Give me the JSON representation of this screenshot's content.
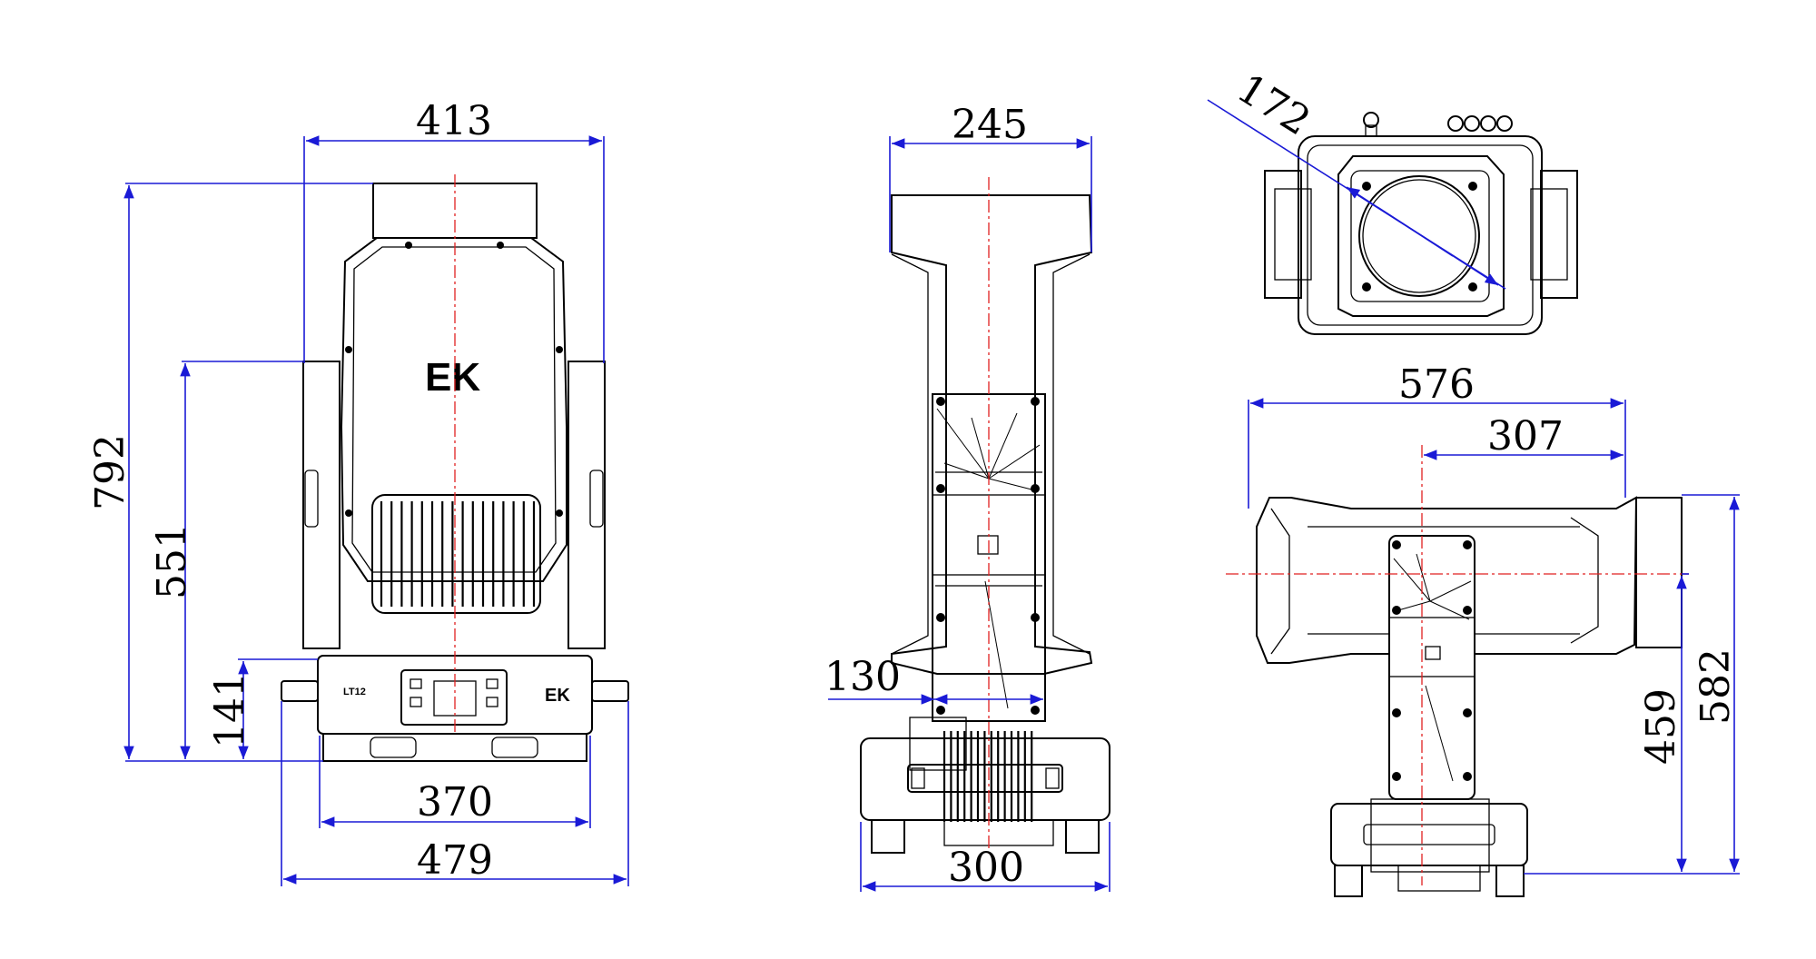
{
  "logo": {
    "text": "EK",
    "model": "LT12"
  },
  "front_view": {
    "width_top": "413",
    "height_total": "792",
    "height_yoke": "551",
    "height_base": "141",
    "width_base_inner": "370",
    "width_base_outer": "479"
  },
  "side_view": {
    "width_head": "245",
    "width_yoke_arm": "130",
    "width_base": "300"
  },
  "top_view": {
    "lens_diameter": "172"
  },
  "tilted_view": {
    "length_total": "576",
    "length_offset": "307",
    "height_pivot": "459",
    "height_total": "582"
  },
  "colors": {
    "dimension": "#1a1ad6",
    "centerline": "#e02020",
    "outline": "#000000"
  }
}
